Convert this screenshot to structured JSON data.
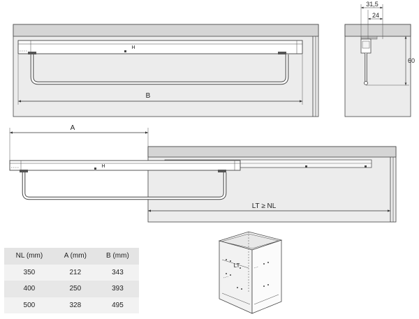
{
  "diagram": {
    "top_view": {
      "label_b": "B",
      "handle_mark": "H"
    },
    "side_view": {
      "dim_31_5": "31,5",
      "dim_24": "24",
      "dim_60": "60"
    },
    "extended_view": {
      "label_a": "A",
      "label_lt": "LT ≥ NL",
      "handle_mark": "H"
    },
    "cabinet": {
      "label_lt": "LT"
    }
  },
  "table": {
    "headers": [
      "NL (mm)",
      "A (mm)",
      "B (mm)"
    ],
    "rows": [
      [
        "350",
        "212",
        "343"
      ],
      [
        "400",
        "250",
        "393"
      ],
      [
        "500",
        "328",
        "495"
      ]
    ]
  }
}
